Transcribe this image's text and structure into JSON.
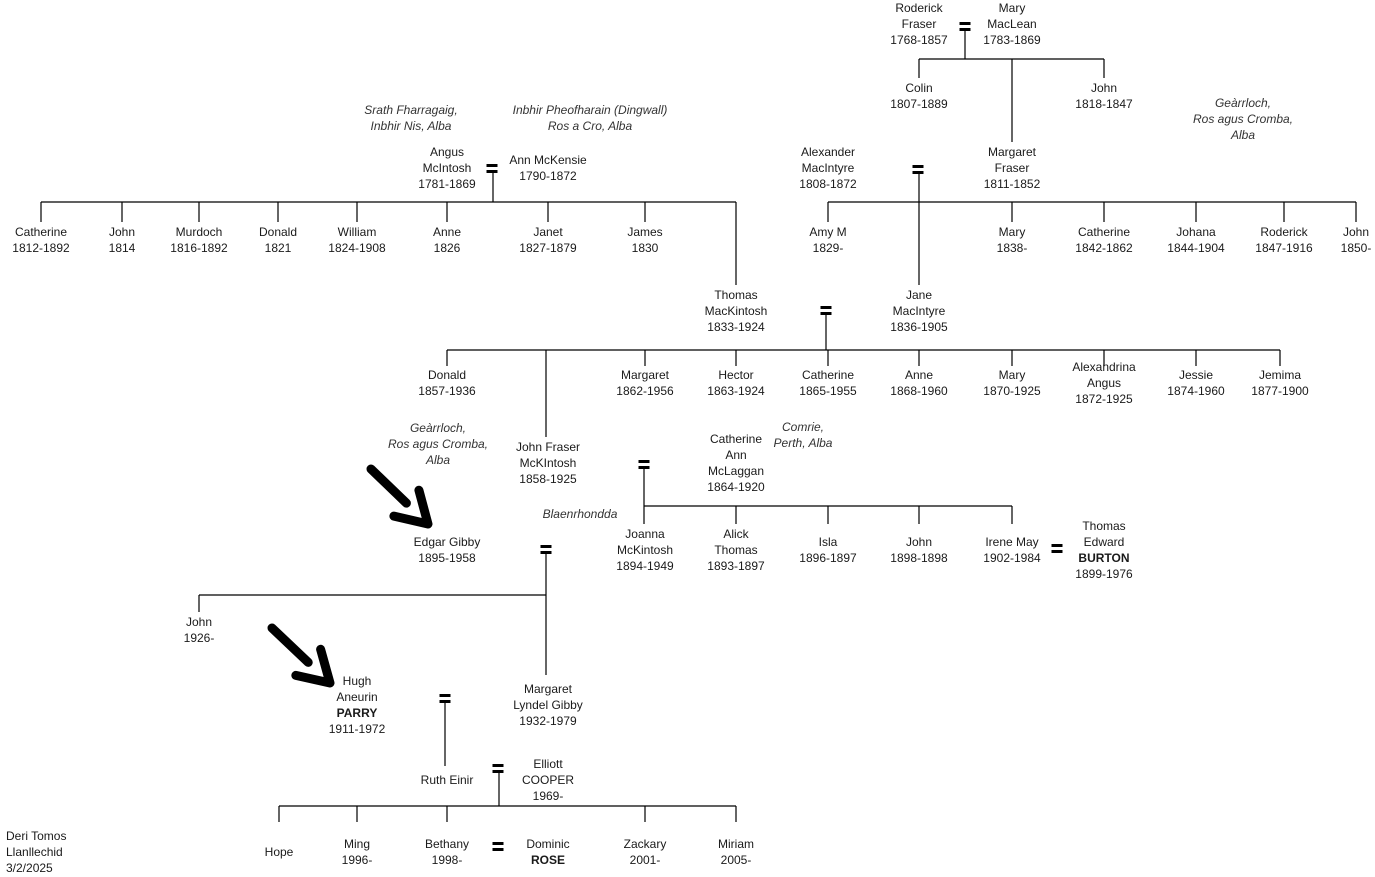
{
  "people": [
    {
      "id": "roderick_fraser",
      "lines": [
        "Roderick",
        "Fraser",
        "1768-1857"
      ]
    },
    {
      "id": "mary_maclean",
      "lines": [
        "Mary",
        "MacLean",
        "1783-1869"
      ]
    },
    {
      "id": "colin",
      "lines": [
        "Colin",
        "1807-1889"
      ]
    },
    {
      "id": "john_1818",
      "lines": [
        "John",
        "1818-1847"
      ]
    },
    {
      "id": "angus_mcintosh",
      "lines": [
        "Angus",
        "McIntosh",
        "1781-1869"
      ]
    },
    {
      "id": "ann_mckensie",
      "lines": [
        "Ann McKensie",
        "1790-1872"
      ]
    },
    {
      "id": "alexander_macintyre",
      "lines": [
        "Alexander",
        "MacIntyre",
        "1808-1872"
      ]
    },
    {
      "id": "margaret_fraser",
      "lines": [
        "Margaret",
        "Fraser",
        "1811-1852"
      ]
    },
    {
      "id": "catherine_1812",
      "lines": [
        "Catherine",
        "1812-1892"
      ]
    },
    {
      "id": "john_1814",
      "lines": [
        "John",
        "1814"
      ]
    },
    {
      "id": "murdoch",
      "lines": [
        "Murdoch",
        "1816-1892"
      ]
    },
    {
      "id": "donald_1821",
      "lines": [
        "Donald",
        "1821"
      ]
    },
    {
      "id": "william",
      "lines": [
        "William",
        "1824-1908"
      ]
    },
    {
      "id": "anne_1826",
      "lines": [
        "Anne",
        "1826"
      ]
    },
    {
      "id": "janet",
      "lines": [
        "Janet",
        "1827-1879"
      ]
    },
    {
      "id": "james",
      "lines": [
        "James",
        "1830"
      ]
    },
    {
      "id": "amy_m",
      "lines": [
        "Amy M",
        "1829-"
      ]
    },
    {
      "id": "mary_1838",
      "lines": [
        "Mary",
        "1838-"
      ]
    },
    {
      "id": "catherine_1842",
      "lines": [
        "Catherine",
        "1842-1862"
      ]
    },
    {
      "id": "johana",
      "lines": [
        "Johana",
        "1844-1904"
      ]
    },
    {
      "id": "roderick_1847",
      "lines": [
        "Roderick",
        "1847-1916"
      ]
    },
    {
      "id": "john_1850",
      "lines": [
        "John",
        "1850-"
      ]
    },
    {
      "id": "thomas_mackintosh",
      "lines": [
        "Thomas",
        "MacKintosh",
        "1833-1924"
      ]
    },
    {
      "id": "jane_macintyre",
      "lines": [
        "Jane",
        "MacIntyre",
        "1836-1905"
      ]
    },
    {
      "id": "donald_1857",
      "lines": [
        "Donald",
        "1857-1936"
      ]
    },
    {
      "id": "margaret_1862",
      "lines": [
        "Margaret",
        "1862-1956"
      ]
    },
    {
      "id": "hector",
      "lines": [
        "Hector",
        "1863-1924"
      ]
    },
    {
      "id": "catherine_1865",
      "lines": [
        "Catherine",
        "1865-1955"
      ]
    },
    {
      "id": "anne_1868",
      "lines": [
        "Anne",
        "1868-1960"
      ]
    },
    {
      "id": "mary_1870",
      "lines": [
        "Mary",
        "1870-1925"
      ]
    },
    {
      "id": "alexandrina",
      "lines": [
        "Alexandrina",
        "Angus",
        "1872-1925"
      ]
    },
    {
      "id": "jessie",
      "lines": [
        "Jessie",
        "1874-1960"
      ]
    },
    {
      "id": "jemima",
      "lines": [
        "Jemima",
        "1877-1900"
      ]
    },
    {
      "id": "john_fraser_mckintosh",
      "lines": [
        "John Fraser",
        "McKIntosh",
        "1858-1925"
      ]
    },
    {
      "id": "catherine_ann_mclaggan",
      "lines": [
        "Catherine",
        "Ann",
        "McLaggan",
        "1864-1920"
      ]
    },
    {
      "id": "edgar_gibby",
      "lines": [
        "Edgar Gibby",
        "1895-1958"
      ]
    },
    {
      "id": "joanna_mckintosh",
      "lines": [
        "Joanna",
        "McKintosh",
        "1894-1949"
      ]
    },
    {
      "id": "alick_thomas",
      "lines": [
        "Alick",
        "Thomas",
        "1893-1897"
      ]
    },
    {
      "id": "isla",
      "lines": [
        "Isla",
        "1896-1897"
      ]
    },
    {
      "id": "john_1898",
      "lines": [
        "John",
        "1898-1898"
      ]
    },
    {
      "id": "irene_may",
      "lines": [
        "Irene May",
        "1902-1984"
      ]
    },
    {
      "id": "thomas_edward_burton",
      "lines": [
        "Thomas",
        "Edward",
        "BURTON",
        "1899-1976"
      ],
      "bold_line": 2
    },
    {
      "id": "john_1926",
      "lines": [
        "John",
        "1926-"
      ]
    },
    {
      "id": "hugh_aneurin_parry",
      "lines": [
        "Hugh",
        "Aneurin",
        "PARRY",
        "1911-1972"
      ],
      "bold_line": 2
    },
    {
      "id": "margaret_lyndel_gibby",
      "lines": [
        "Margaret",
        "Lyndel Gibby",
        "1932-1979"
      ]
    },
    {
      "id": "ruth_einir",
      "lines": [
        "Ruth Einir"
      ]
    },
    {
      "id": "elliott_cooper",
      "lines": [
        "Elliott",
        "COOPER",
        "1969-"
      ]
    },
    {
      "id": "hope",
      "lines": [
        "Hope"
      ]
    },
    {
      "id": "ming",
      "lines": [
        "Ming",
        "1996-"
      ]
    },
    {
      "id": "bethany",
      "lines": [
        "Bethany",
        "1998-"
      ]
    },
    {
      "id": "dominic_rose",
      "lines": [
        "Dominic",
        "ROSE"
      ],
      "bold_line": 1
    },
    {
      "id": "zackary",
      "lines": [
        "Zackary",
        "2001-"
      ]
    },
    {
      "id": "miriam",
      "lines": [
        "Miriam",
        "2005-"
      ]
    }
  ],
  "places": [
    {
      "id": "srath_fharragaig",
      "lines": [
        "Srath Fharragaig,",
        "Inbhir Nis, Alba"
      ]
    },
    {
      "id": "inbhir_pheofharain",
      "lines": [
        "Inbhir Pheofharain (Dingwall)",
        "Ros a Cro, Alba"
      ]
    },
    {
      "id": "gearrloch_top",
      "lines": [
        "Geàrrloch,",
        "Ros agus Cromba,",
        "Alba"
      ]
    },
    {
      "id": "gearrloch_mid",
      "lines": [
        "Geàrrloch,",
        "Ros agus Cromba,",
        "Alba"
      ]
    },
    {
      "id": "comrie",
      "lines": [
        "Comrie,",
        "Perth, Alba"
      ]
    },
    {
      "id": "blaenrhondda",
      "lines": [
        "Blaenrhondda"
      ]
    }
  ],
  "footer": {
    "lines": [
      "Deri Tomos",
      "Llanllechid",
      "3/2/2025"
    ]
  },
  "marriage_symbol": "=",
  "line_color": "#000000"
}
